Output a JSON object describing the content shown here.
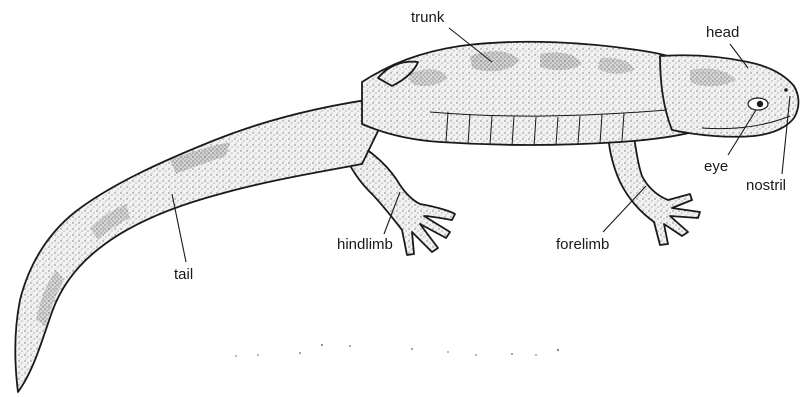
{
  "figure": {
    "subject": "salamander",
    "labels": {
      "trunk": "trunk",
      "head": "head",
      "eye": "eye",
      "nostril": "nostril",
      "forelimb": "forelimb",
      "hindlimb": "hindlimb",
      "tail": "tail"
    }
  },
  "colors": {
    "ink": "#1a1a1a",
    "stipple": "#9a9a9a",
    "background": "#ffffff"
  }
}
